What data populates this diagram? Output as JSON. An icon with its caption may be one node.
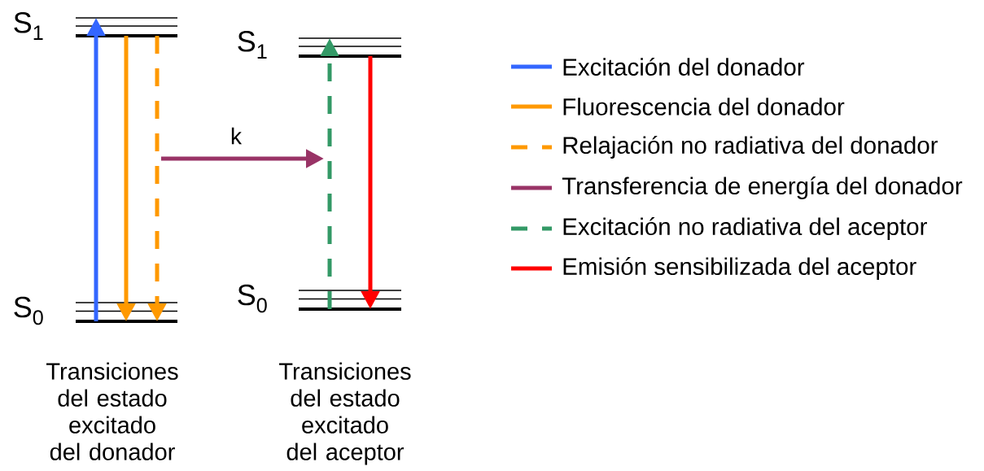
{
  "diagram": {
    "nodes": [
      {
        "text": [
          "S$_{1}$"
        ]
      },
      {
        "text": [
          "S$_{0}$"
        ]
      },
      {
        "text": [
          "S$_{1}$"
        ]
      },
      {
        "text": [
          "S$_{0}$"
        ]
      }
    ],
    "edges": [
      {
        "from": 1,
        "to": 0,
        "arrow": "to",
        "color": "#3366ff"
      },
      {
        "from": 0,
        "to": 1,
        "arrow": "to",
        "color": "#ff9900"
      },
      {
        "from": 0,
        "to": 1,
        "arrow": "to",
        "style": "dashed",
        "color": "#ff9900"
      },
      {
        "from": 3,
        "to": 2,
        "arrow": "to",
        "style": "dashed",
        "color": "#339966"
      },
      {
        "from": 2,
        "to": 3,
        "arrow": "to",
        "color": "#ff0000"
      }
    ],
    "labels": [
      "k",
      "Transiciones del estado excitado del donador",
      "Transiciones del estado excitado del aceptor"
    ],
    "legend": [
      {
        "text": "Excitación del donador"
      },
      {
        "text": "Fluorescencia del donador"
      },
      {
        "text": "Relajación no radiativa del donador"
      },
      {
        "text": "Transferencia de energía del donador"
      },
      {
        "text": "Excitación no radiativa del aceptor"
      },
      {
        "text": "Emisión sensibilizada del aceptor"
      }
    ]
  }
}
